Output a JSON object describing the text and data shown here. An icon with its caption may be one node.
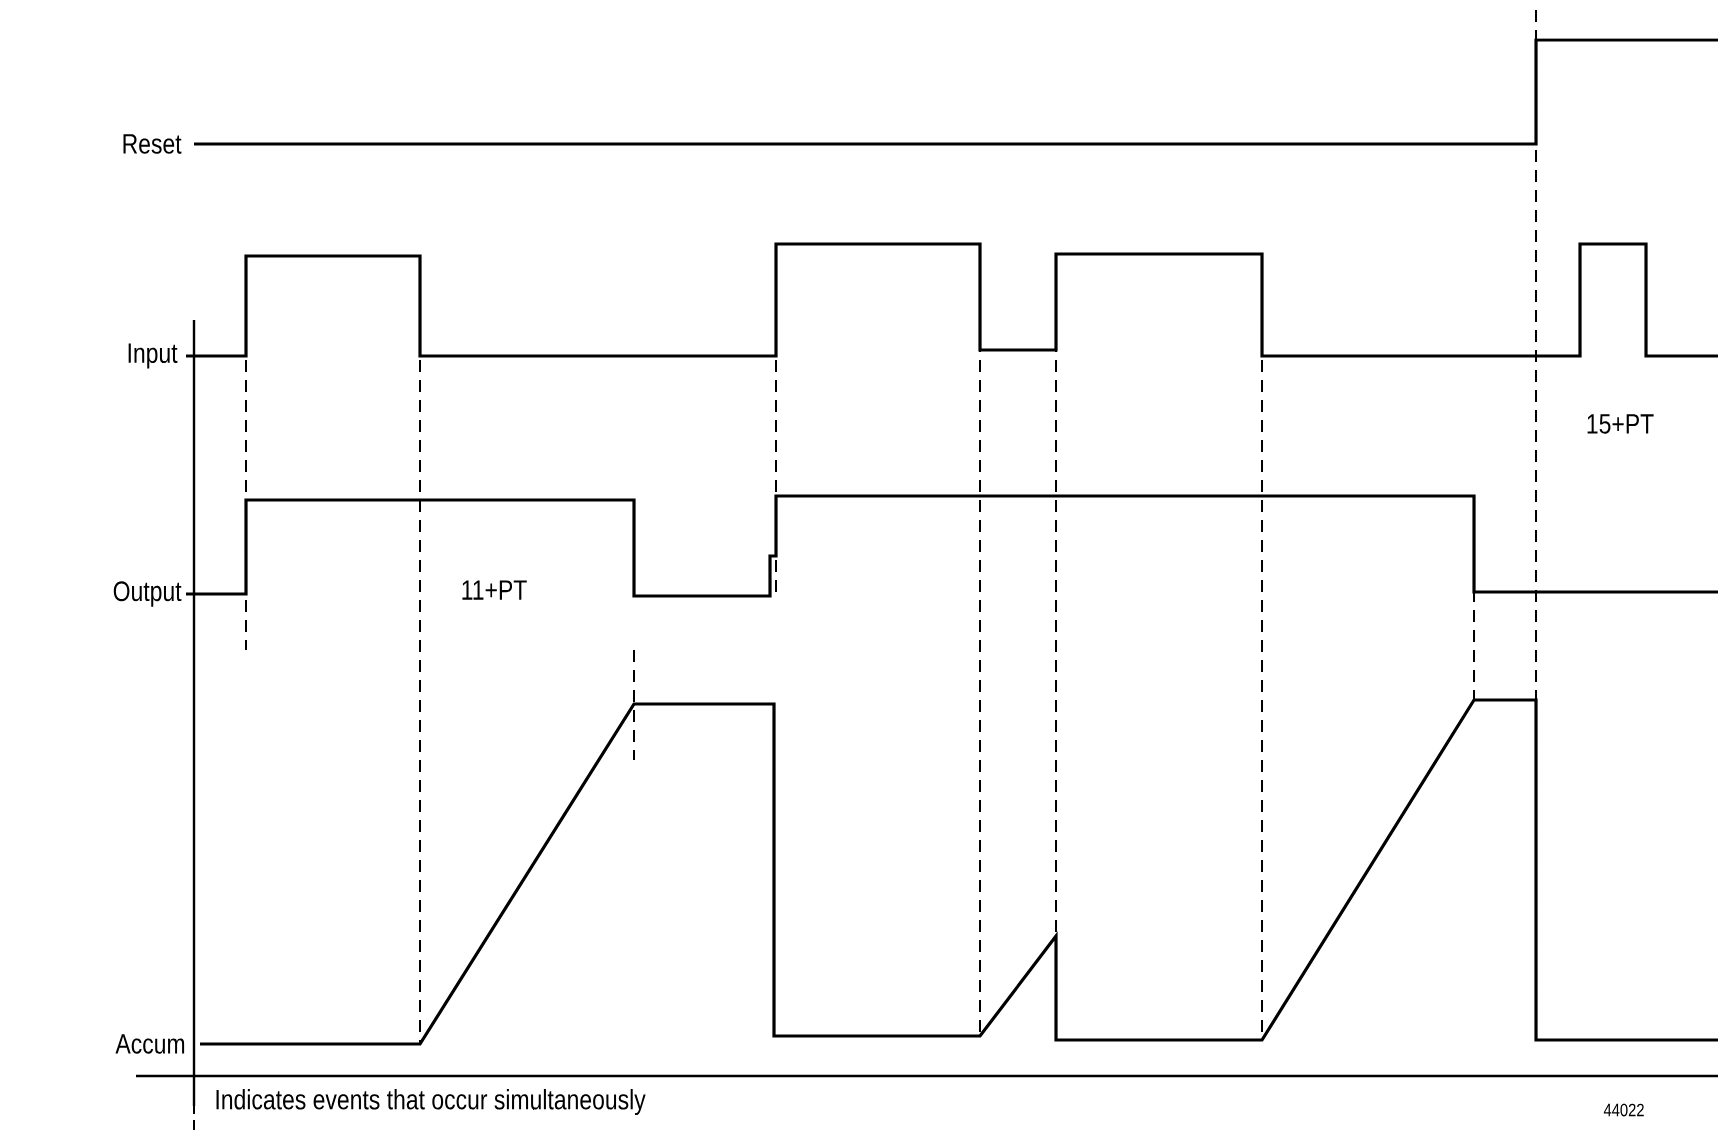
{
  "diagram": {
    "labels": [
      "Reset",
      "Input",
      "Output",
      "11+PT",
      "15+PT",
      "Accum",
      "44022"
    ],
    "legend": [
      {
        "text": "Indicates events that occur simultaneously"
      }
    ]
  }
}
